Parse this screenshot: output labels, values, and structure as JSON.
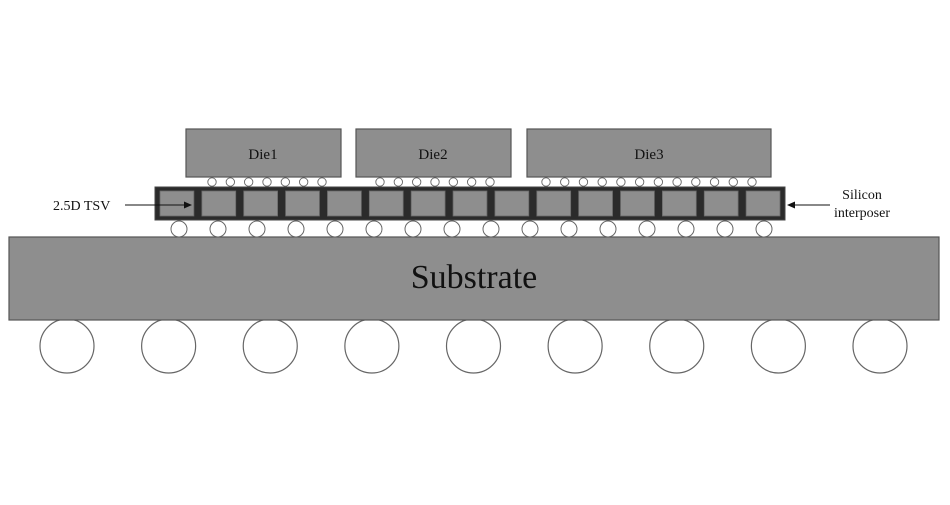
{
  "colors": {
    "die_fill": "#8e8e8e",
    "interposer_fill": "#2b2b2b",
    "interposer_cell": "#8e8e8e",
    "substrate_fill": "#8e8e8e",
    "ball_fill": "#ffffff",
    "outline": "#555555"
  },
  "dies": [
    {
      "label": "Die1",
      "microbumps": 7
    },
    {
      "label": "Die2",
      "microbumps": 7
    },
    {
      "label": "Die3",
      "microbumps": 12
    }
  ],
  "interposer": {
    "label_line1": "Silicon",
    "label_line2": "interposer",
    "tsv_label": "2.5D TSV",
    "cells": 15,
    "c4_bumps": 16
  },
  "substrate": {
    "label": "Substrate",
    "bga_balls": 9
  }
}
